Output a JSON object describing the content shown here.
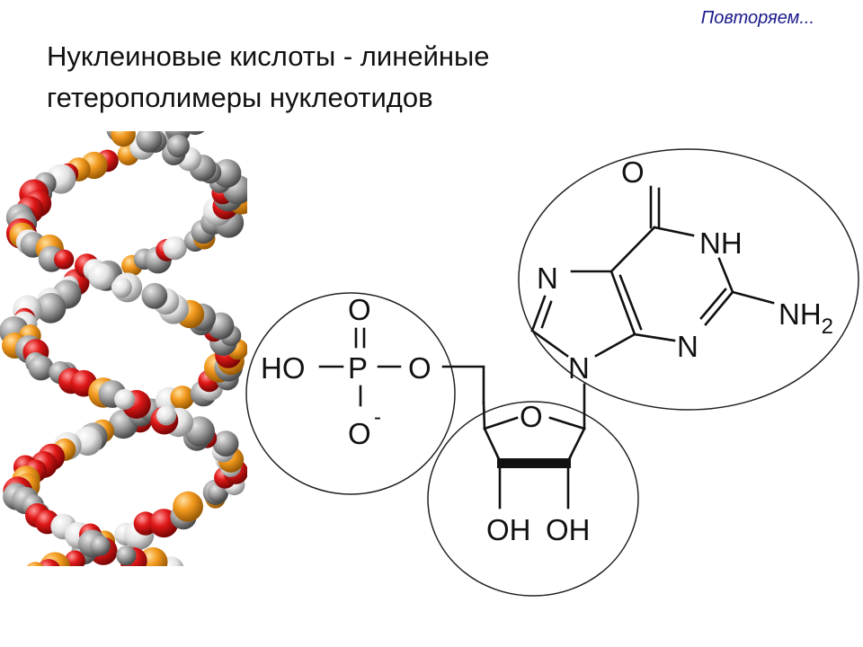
{
  "header": {
    "corner_note": "Повторяем...",
    "title_line1": "Нуклеиновые кислоты - линейные",
    "title_line2": "гетерополимеры нуклеотидов"
  },
  "phosphate": {
    "oxygen_top": "O",
    "ho": "HO",
    "p": "P",
    "o_bridge": "O",
    "o_minus": "O",
    "minus": "-"
  },
  "sugar": {
    "ring_oxygen": "O",
    "oh_left": "OH",
    "oh_right": "OH"
  },
  "base": {
    "carbonyl_o": "O",
    "nh": "NH",
    "nh2": "NH",
    "nh2_sub": "2",
    "n_imidazole": "N",
    "n_pyrimidine": "N",
    "n_glycosidic": "N"
  },
  "colors": {
    "oxygen_atom": "#d81313",
    "phosphorus_atom": "#f39a1e",
    "hydrogen_atom": "#e6e6e6",
    "nitrogen_atom": "#8a8ee0",
    "carbon_atom": "#9a9a9a"
  }
}
